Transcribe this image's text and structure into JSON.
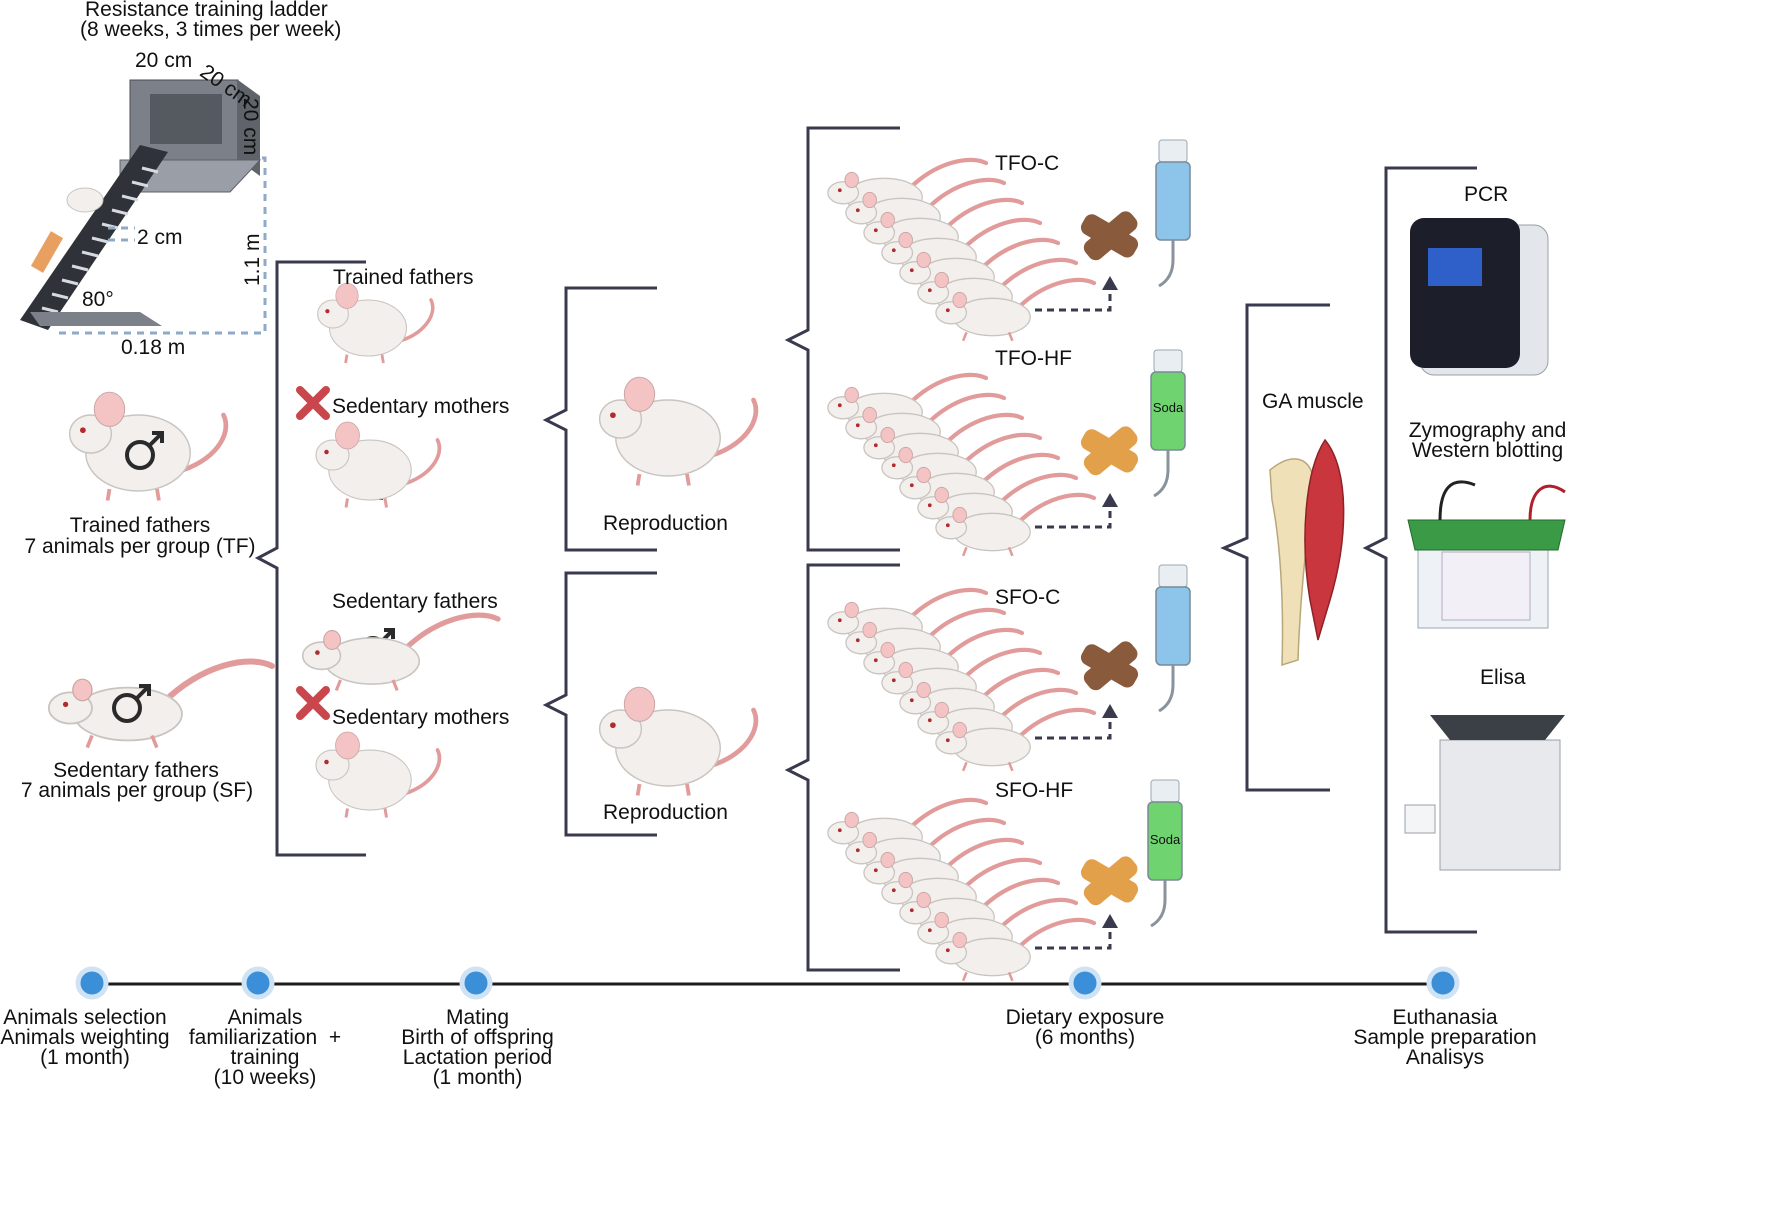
{
  "ladder": {
    "title": "Resistance training ladder",
    "subtitle": "(8 weeks, 3 times per week)",
    "dim_width": "20 cm",
    "dim_depth": "20 cm",
    "dim_height": "20 cm",
    "rung_spacing": "2 cm",
    "ladder_height": "1.1 m",
    "angle": "80°",
    "base_length": "0.18 m"
  },
  "groups": {
    "tf_line1": "Trained fathers",
    "tf_line2": "7 animals per group (TF)",
    "sf_line1": "Sedentary fathers",
    "sf_line2": "7 animals per group (SF)"
  },
  "mating": {
    "top_father": "Trained fathers",
    "top_mother": "Sedentary mothers",
    "bottom_father": "Sedentary fathers",
    "bottom_mother": "Sedentary mothers"
  },
  "reproduction": {
    "top": "Reproduction",
    "bottom": "Reproduction"
  },
  "offspring_groups": [
    {
      "label": "TFO-C",
      "bottle_label": ""
    },
    {
      "label": "TFO-HF",
      "bottle_label": "Soda"
    },
    {
      "label": "SFO-C",
      "bottle_label": ""
    },
    {
      "label": "SFO-HF",
      "bottle_label": "Soda"
    }
  ],
  "tissue": {
    "label": "GA muscle"
  },
  "analyses": {
    "pcr": "PCR",
    "zymo_line1": "Zymography and",
    "zymo_line2": "Western blotting",
    "elisa": "Elisa"
  },
  "timeline": [
    {
      "lines": "Animals selection\nAnimals weighting\n(1 month)"
    },
    {
      "lines": "Animals\nfamiliarization  +\ntraining\n(10 weeks)"
    },
    {
      "lines": "Mating\nBirth of offspring\nLactation period\n(1 month)"
    },
    {
      "lines": "Dietary exposure\n(6 months)"
    },
    {
      "lines": "Euthanasia\nSample preparation\nAnalisys"
    }
  ],
  "colors": {
    "bracket": "#3a3a4f",
    "dashed": "#8fa9c9",
    "mouse_body": "#f2efec",
    "mouse_tail": "#e29b9b",
    "cross": "#c9474c",
    "chow_control": "#8a5a3c",
    "chow_hf": "#e3a04a",
    "water": "#8cc4ea",
    "soda": "#6fd36f",
    "timeline_dot": "#3a8fd8",
    "muscle": "#c9363d",
    "bone": "#efe0b8"
  }
}
